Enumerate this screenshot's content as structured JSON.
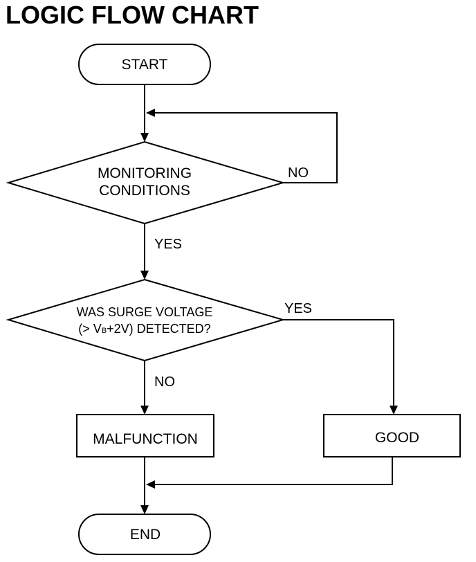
{
  "title": "LOGIC FLOW CHART",
  "nodes": {
    "start": "START",
    "monitoring_line1": "MONITORING",
    "monitoring_line2": "CONDITIONS",
    "surge_line1": "WAS SURGE VOLTAGE",
    "surge_line2_prefix": "(> V",
    "surge_line2_subscript": "B",
    "surge_line2_suffix": "+2V) DETECTED?",
    "malfunction": "MALFUNCTION",
    "good": "GOOD",
    "end": "END"
  },
  "edges": {
    "monitoring_no": "NO",
    "monitoring_yes": "YES",
    "surge_yes": "YES",
    "surge_no": "NO"
  }
}
